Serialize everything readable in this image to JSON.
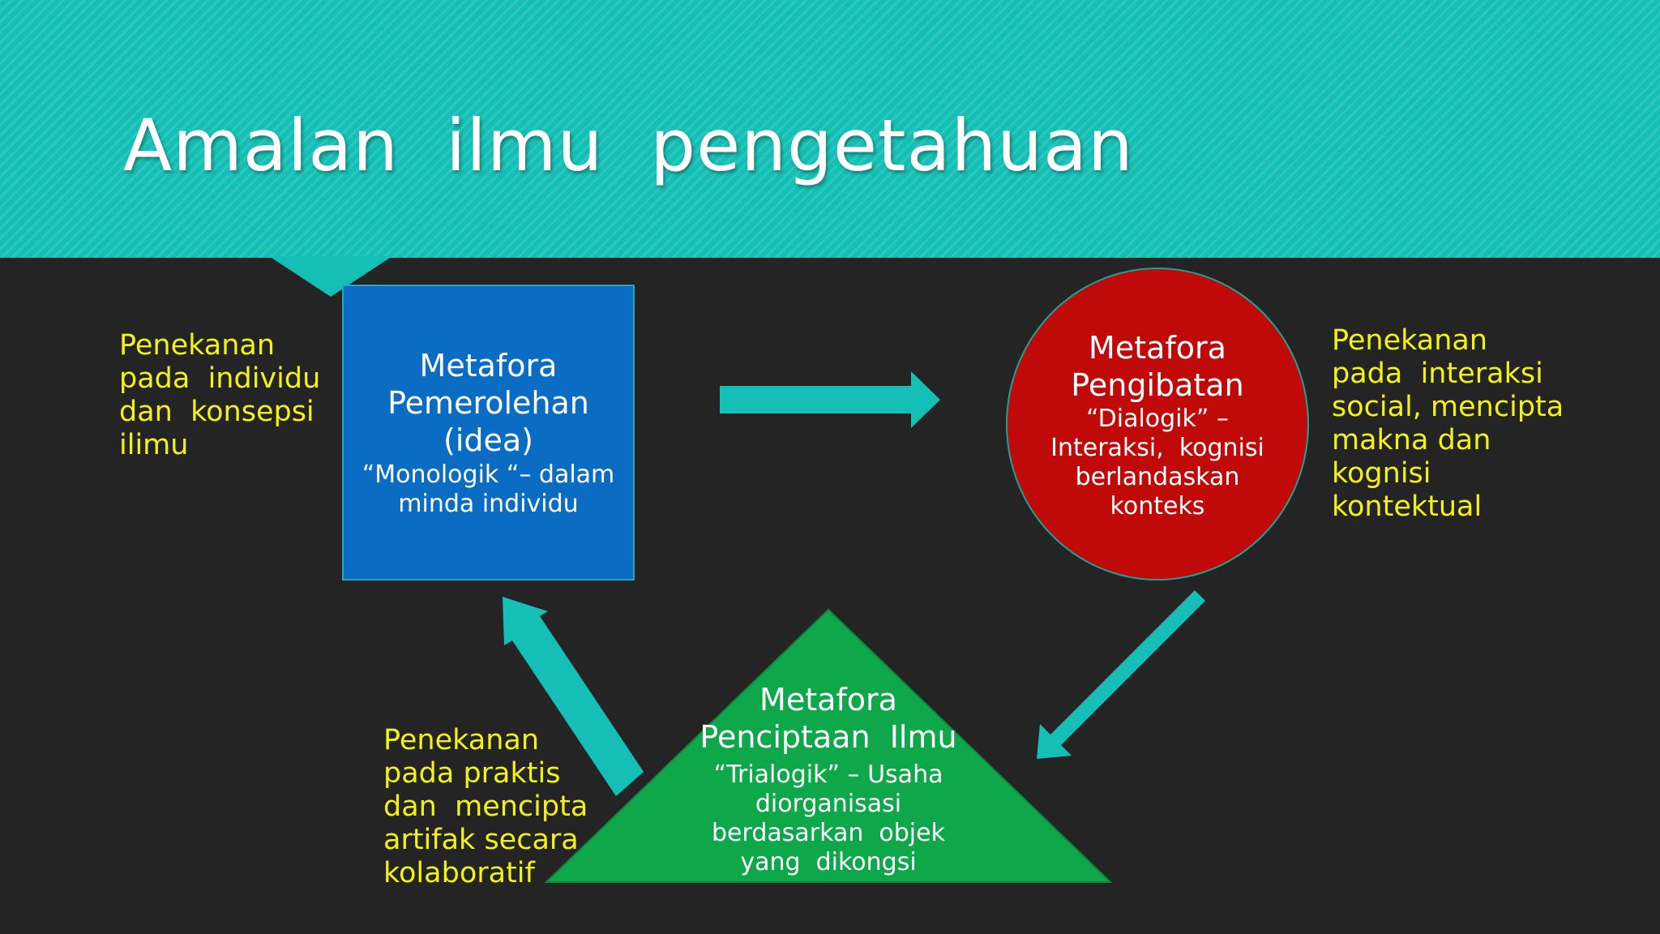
{
  "slide": {
    "title": "Amalan  ilmu  pengetahuan"
  },
  "colors": {
    "header": "#14c0b5",
    "background": "#242424",
    "square": "#0b6cc4",
    "circle": "#c00a0a",
    "triangle": "#0ea84a",
    "arrow": "#14c0b5",
    "note_text": "#f2f21a"
  },
  "notes": {
    "left": "Penekanan\npada  individu\ndan  konsepsi\nilimu",
    "right": "Penekanan\npada  interaksi\nsocial, mencipta\nmakna dan\nkognisi\nkontektual",
    "bottom": "Penekanan\npada praktis\ndan  mencipta\nartifak secara\nkolaboratif"
  },
  "metaphors": {
    "acquisition": {
      "title": "Metafora\nPemerolehan\n(idea)",
      "detail": "“Monologik “– dalam\nminda individu"
    },
    "participation": {
      "title": "Metafora\nPengibatan",
      "detail": "“Dialogik” –\nInteraksi,  kognisi\nberlandaskan\nkonteks"
    },
    "creation": {
      "title": "Metafora\nPenciptaan  Ilmu",
      "detail": "“Trialogik” – Usaha\ndiorganisasi\nberdasarkan  objek\nyang  dikongsi"
    }
  }
}
